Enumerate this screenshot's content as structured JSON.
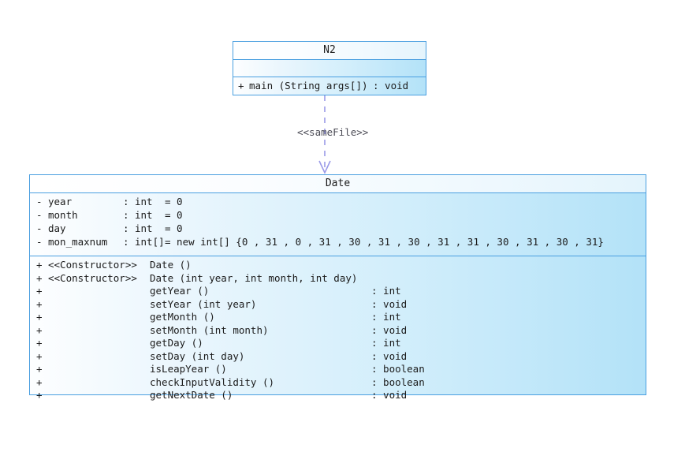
{
  "diagram": {
    "type": "uml-class-diagram",
    "background": "#ffffff",
    "border_color": "#4a9fe0",
    "connector_color": "#9a9ae8"
  },
  "classes": [
    {
      "id": "n2",
      "name": "N2",
      "attributes": [],
      "operations": [
        {
          "visibility": "+",
          "signature": "main (String args[])",
          "return_sep": ": void"
        }
      ]
    },
    {
      "id": "date",
      "name": "Date",
      "attributes": [
        {
          "visibility": "-",
          "name": "year",
          "colon": ":",
          "type": "int",
          "eq": "= 0"
        },
        {
          "visibility": "-",
          "name": "month",
          "colon": ":",
          "type": "int",
          "eq": "= 0"
        },
        {
          "visibility": "-",
          "name": "day",
          "colon": ":",
          "type": "int",
          "eq": "= 0"
        },
        {
          "visibility": "-",
          "name": "mon_maxnum",
          "colon": ":",
          "type": "int[]",
          "eq": "= new int[] {0 , 31 , 0 , 31 , 30 , 31 , 30 , 31 , 31 , 30 , 31 , 30 , 31}"
        }
      ],
      "operations": [
        {
          "visibility": "+",
          "stereotype": "<<Constructor>>",
          "signature": "Date ()",
          "return_type": ""
        },
        {
          "visibility": "+",
          "stereotype": "<<Constructor>>",
          "signature": "Date (int year, int month, int day)",
          "return_type": ""
        },
        {
          "visibility": "+",
          "stereotype": "",
          "signature": "getYear ()",
          "return_type": ": int"
        },
        {
          "visibility": "+",
          "stereotype": "",
          "signature": "setYear (int year)",
          "return_type": ": void"
        },
        {
          "visibility": "+",
          "stereotype": "",
          "signature": "getMonth ()",
          "return_type": ": int"
        },
        {
          "visibility": "+",
          "stereotype": "",
          "signature": "setMonth (int month)",
          "return_type": ": void"
        },
        {
          "visibility": "+",
          "stereotype": "",
          "signature": "getDay ()",
          "return_type": ": int"
        },
        {
          "visibility": "+",
          "stereotype": "",
          "signature": "setDay (int day)",
          "return_type": ": void"
        },
        {
          "visibility": "+",
          "stereotype": "",
          "signature": "isLeapYear ()",
          "return_type": ": boolean"
        },
        {
          "visibility": "+",
          "stereotype": "",
          "signature": "checkInputValidity ()",
          "return_type": ": boolean"
        },
        {
          "visibility": "+",
          "stereotype": "",
          "signature": "getNextDate ()",
          "return_type": ": void"
        }
      ]
    }
  ],
  "connector": {
    "kind": "dependency",
    "style": "dashed",
    "arrowhead": "open",
    "label": "<<sameFile>>",
    "from": "n2",
    "to": "date"
  }
}
